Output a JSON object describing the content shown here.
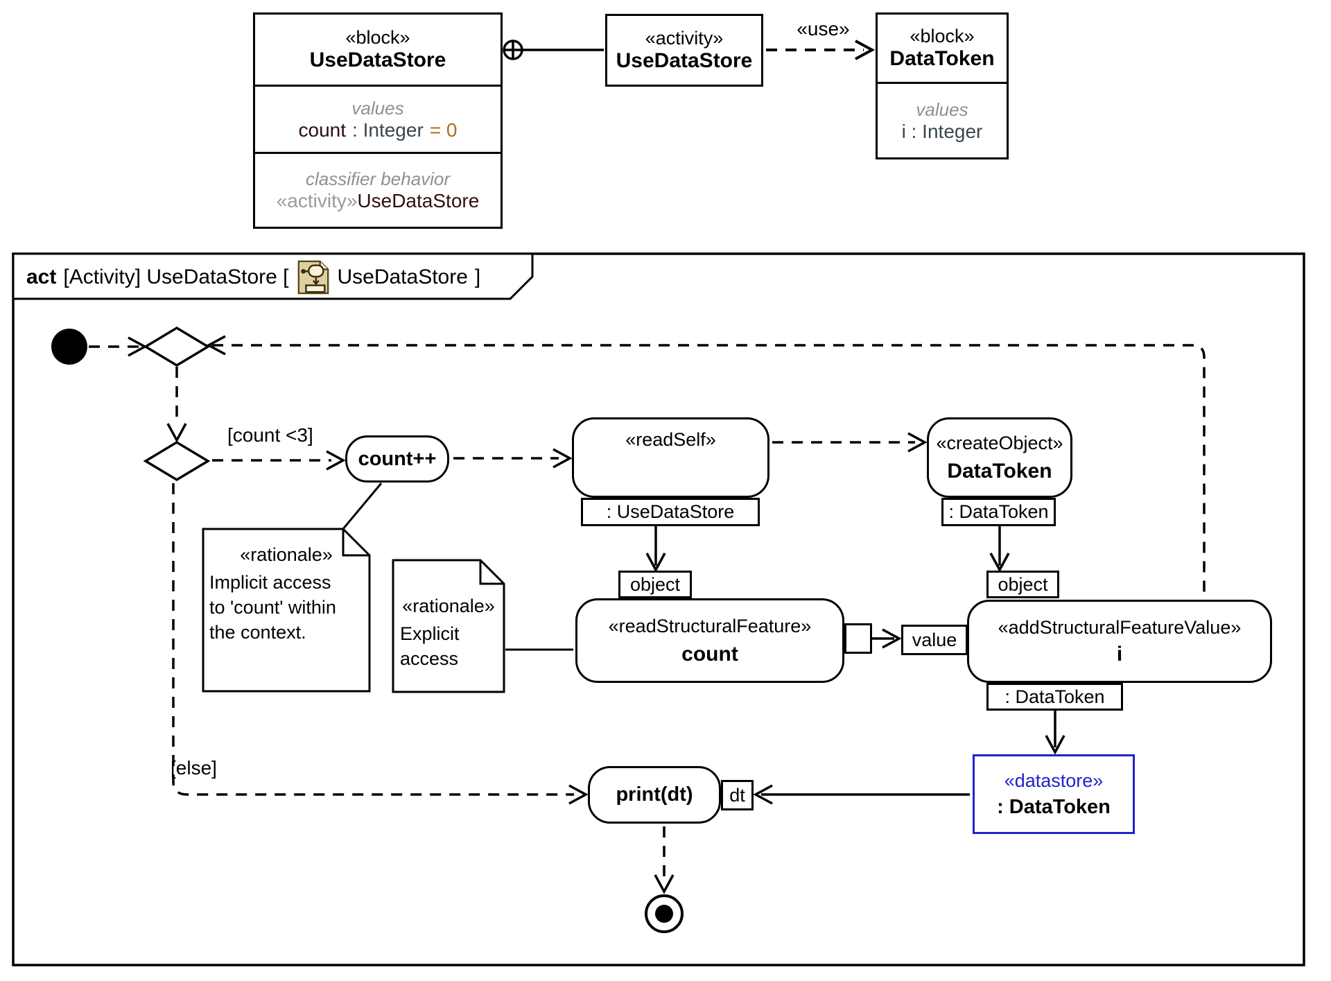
{
  "colors": {
    "line_black": "#000000",
    "datastore_blue": "#2222cc",
    "default_value_orange": "#b06a1f",
    "stereotype_gray": "#9a9a9a",
    "compartment_label_gray": "#8f8f8f",
    "dark_name_maroon": "#2d0e0e",
    "type_text_slate": "#39454d",
    "icon_tan_fill": "#ddd1a2",
    "icon_inner_fill": "#f7f2de"
  },
  "icons": {
    "tab_icon": "activity-diagram-icon",
    "owned_behavior_adornment": "circle-plus-icon"
  },
  "bdd": {
    "block_usedatastore": {
      "stereotype": "«block»",
      "name": "UseDataStore",
      "values_label": "values",
      "value_name": "count",
      "value_type": ": Integer",
      "value_default": "= 0",
      "behavior_label": "classifier behavior",
      "behavior_stereotype": "«activity»",
      "behavior_name": "UseDataStore"
    },
    "activity_usedatastore": {
      "stereotype": "«activity»",
      "name": "UseDataStore"
    },
    "use_label": "«use»",
    "block_datatoken": {
      "stereotype": "«block»",
      "name": "DataToken",
      "values_label": "values",
      "value_entry": "i : Integer"
    }
  },
  "frame": {
    "kw": "act",
    "middle": "[Activity] UseDataStore [",
    "diagram_name": "UseDataStore",
    "close": "]"
  },
  "activity": {
    "guard_count": "[count <3]",
    "guard_else": "[else]",
    "action_count_label": "count++",
    "readself": {
      "stereotype": "«readSelf»",
      "pin_out": ": UseDataStore"
    },
    "createobject": {
      "stereotype": "«createObject»",
      "name": "DataToken",
      "pin_out": ": DataToken"
    },
    "readsf": {
      "stereotype": "«readStructuralFeature»",
      "name": "count",
      "pin_object": "object"
    },
    "addsfv": {
      "stereotype": "«addStructuralFeatureValue»",
      "name": "i",
      "pin_object": "object",
      "pin_value": "value",
      "pin_out": ": DataToken"
    },
    "print": {
      "label": "print(dt)",
      "pin_dt": "dt"
    },
    "datastore": {
      "stereotype": "«datastore»",
      "name": ": DataToken"
    },
    "note_implicit": {
      "stereotype": "«rationale»",
      "lines": [
        "Implicit access",
        "to 'count' within",
        "the context."
      ]
    },
    "note_explicit": {
      "stereotype": "«rationale»",
      "lines": [
        "Explicit",
        "access"
      ]
    }
  }
}
